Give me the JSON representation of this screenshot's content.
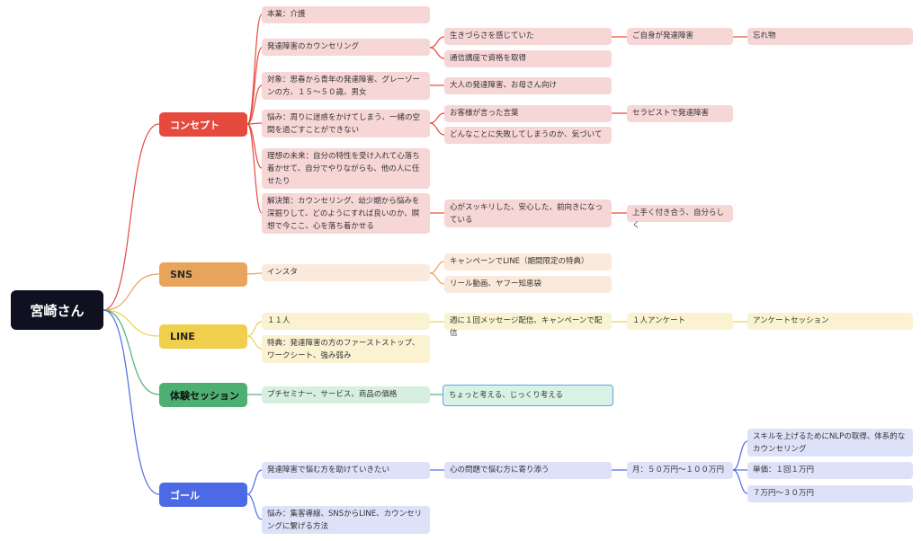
{
  "root": "宮崎さん",
  "branches": {
    "concept": {
      "label": "コンセプト",
      "main_job": "本業：介護",
      "counseling": "発達障害のカウンセリング",
      "felt_hard": "生きづらさを感じていた",
      "self_disabled": "ご自身が発達障害",
      "forgetful": "忘れ物",
      "correspondence": "通信講座で資格を取得",
      "target": "対象：思春から青年の発達障害、グレーゾーンの方、１５～５０歳、男女",
      "adults": "大人の発達障害、お母さん向け",
      "worry": "悩み：周りに迷惑をかけてしまう、一緒の空間を過ごすことができない",
      "customer_said": "お客様が言った言葉",
      "therapist": "セラピストで発達障害",
      "what_fail": "どんなことに失敗してしまうのか、気づいて",
      "ideal": "理想の未来：自分の特性を受け入れて心落ち着かせて、自分でやりながらも、他の人に任せたり",
      "solution": "解決策：カウンセリング、幼少期から悩みを深掘りして、どのようにすれば良いのか、瞑想で今ここ、心を落ち着かせる",
      "refreshed": "心がスッキリした、安心した、前向きになっている",
      "get_along": "上手く付き合う、自分らしく"
    },
    "sns": {
      "label": "SNS",
      "insta": "インスタ",
      "campaign": "キャンペーンでLINE（期間限定の特典）",
      "reels": "リール動画、ヤフー知恵袋"
    },
    "line": {
      "label": "LINE",
      "count": "１１人",
      "weekly": "週に１回メッセージ配信、キャンペーンで配信",
      "survey_one": "１人アンケート",
      "survey_session": "アンケートセッション",
      "perk": "特典：発達障害の方のファーストストップ、ワークシート、強み弱み"
    },
    "trial": {
      "label": "体験セッション",
      "pricing": "プチセミナー、サービス、商品の価格",
      "think": "ちょっと考える、じっくり考える"
    },
    "goal": {
      "label": "ゴール",
      "help": "発達障害で悩む方を助けていきたい",
      "mind": "心の問題で悩む方に寄り添う",
      "monthly": "月：５０万円～１００万円",
      "nlp": "スキルを上げるためにNLPの取得、体系的なカウンセリング",
      "unit_price": "単価：１回１万円",
      "price_range": "７万円～３０万円",
      "worry": "悩み：集客導線、SNSからLINE、カウンセリングに繋げる方法"
    }
  },
  "colors": {
    "concept": "#e64a3e",
    "sns": "#e9a45b",
    "line": "#efcf4b",
    "trial": "#4daf72",
    "goal": "#4d6ae6"
  }
}
